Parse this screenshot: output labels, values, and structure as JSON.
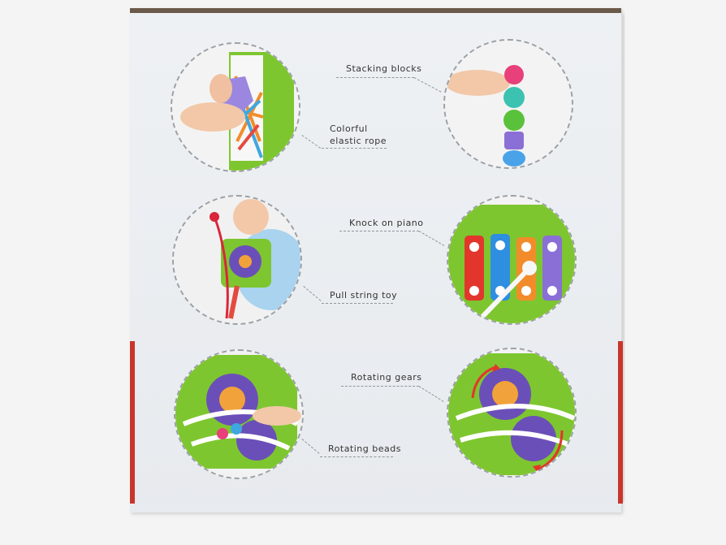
{
  "labels": {
    "stacking_blocks": "Stacking blocks",
    "colorful_elastic_rope": "Colorful\nelastic rope",
    "knock_on_piano": "Knock on piano",
    "pull_string_toy": "Pull string toy",
    "rotating_gears": "Rotating gears",
    "rotating_beads": "Rotating beads"
  },
  "colors": {
    "box_face": "#e9ecef",
    "box_top_edge": "#6b5a4a",
    "toy_green": "#7ec62f",
    "accent_red": "#c9352c"
  }
}
